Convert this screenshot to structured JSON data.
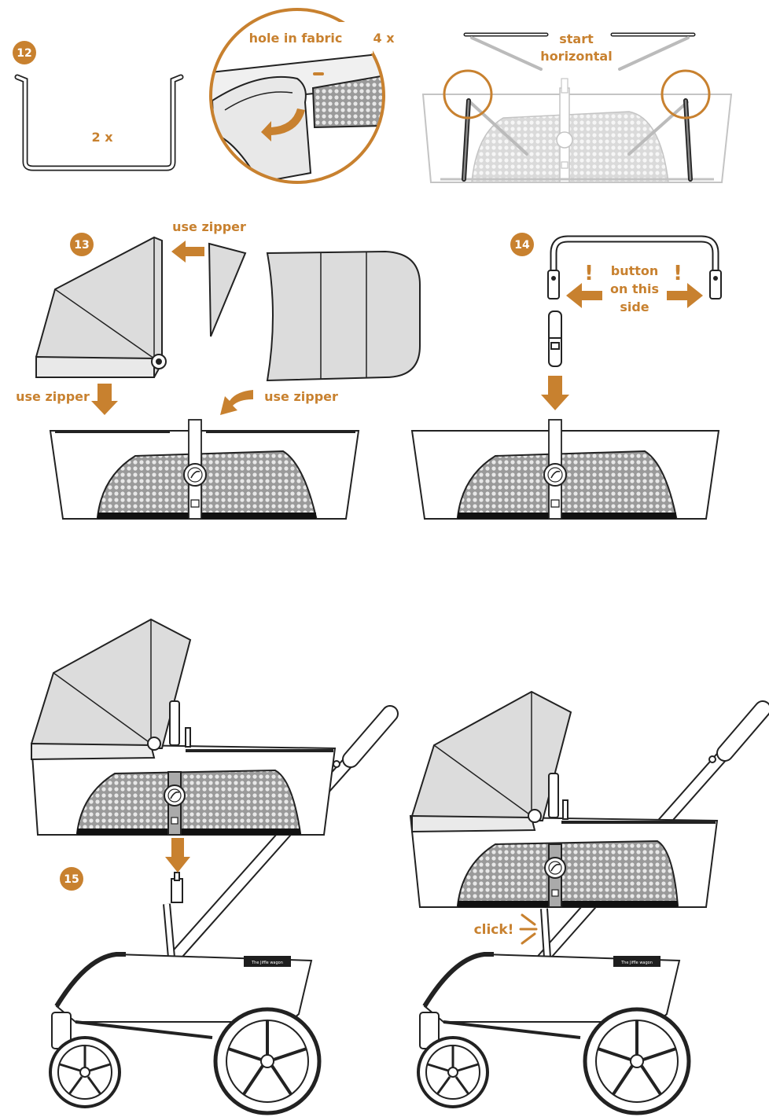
{
  "colors": {
    "accent": "#C8812F",
    "line": "#222222",
    "fabric": "#E3E3E3",
    "mesh": "#8C8C8C",
    "pale": "#BDBDBD"
  },
  "steps": {
    "s12": {
      "number": "12",
      "count_label": "2 x",
      "zoom_label": "hole in fabric",
      "zoom_count": "4 x",
      "start_line1": "start",
      "start_line2": "horizontal"
    },
    "s13": {
      "number": "13",
      "zipper_top": "use zipper",
      "zipper_left": "use zipper",
      "zipper_right": "use zipper"
    },
    "s14": {
      "number": "14",
      "warn_left": "!",
      "warn_right": "!",
      "button_line1": "button",
      "button_line2": "on this",
      "button_line3": "side"
    },
    "s15": {
      "number": "15",
      "click_label": "click!",
      "brand_left": "The Jiffle wagon",
      "brand_right": "The Jiffle wagon"
    }
  }
}
